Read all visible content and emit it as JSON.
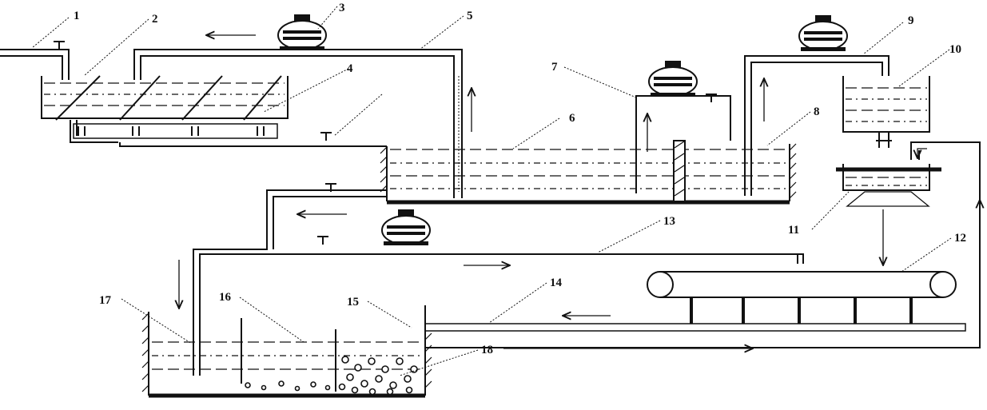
{
  "diagram": {
    "labels": [
      "1",
      "2",
      "3",
      "4",
      "5",
      "6",
      "7",
      "8",
      "9",
      "10",
      "11",
      "12",
      "13",
      "14",
      "15",
      "16",
      "17",
      "18"
    ],
    "flow_arrow_icons": [
      "arrow-left-icon",
      "arrow-up-icon",
      "arrow-right-icon",
      "arrow-down-icon"
    ]
  }
}
